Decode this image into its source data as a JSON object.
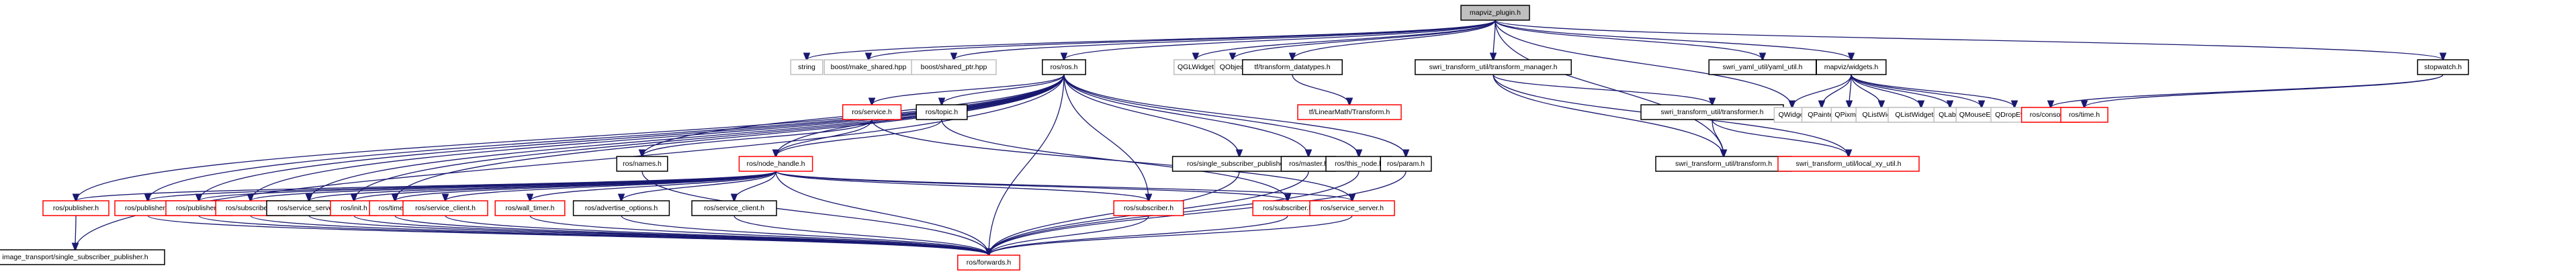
{
  "graph": {
    "title": "mapviz_plugin.h",
    "legend_colors": {
      "root_fill": "#bfbfbf",
      "documented_border": "#000000",
      "external_border": "#bfbfbf",
      "truncated_border": "#ff0000",
      "edge": "#191970"
    },
    "nodes": [
      {
        "id": "root",
        "label": "mapviz_plugin.h",
        "kind": "root"
      },
      {
        "id": "string",
        "label": "string",
        "kind": "ext"
      },
      {
        "id": "make_shared",
        "label": "boost/make_shared.hpp",
        "kind": "ext"
      },
      {
        "id": "shared_ptr",
        "label": "boost/shared_ptr.hpp",
        "kind": "ext"
      },
      {
        "id": "ros",
        "label": "ros/ros.h",
        "kind": "doc"
      },
      {
        "id": "qglwidget",
        "label": "QGLWidget",
        "kind": "ext"
      },
      {
        "id": "qobject",
        "label": "QObject",
        "kind": "ext"
      },
      {
        "id": "tf_dt",
        "label": "tf/transform_datatypes.h",
        "kind": "doc"
      },
      {
        "id": "tmgr",
        "label": "swri_transform_util/transform_manager.h",
        "kind": "doc"
      },
      {
        "id": "yaml",
        "label": "swri_yaml_util/yaml_util.h",
        "kind": "doc"
      },
      {
        "id": "widgets",
        "label": "mapviz/widgets.h",
        "kind": "doc"
      },
      {
        "id": "stopwatch",
        "label": "stopwatch.h",
        "kind": "doc"
      },
      {
        "id": "service",
        "label": "ros/service.h",
        "kind": "trunc"
      },
      {
        "id": "topic",
        "label": "ros/topic.h",
        "kind": "doc"
      },
      {
        "id": "tf_lm",
        "label": "tf/LinearMath/Transform.h",
        "kind": "trunc"
      },
      {
        "id": "transformer",
        "label": "swri_transform_util/transformer.h",
        "kind": "doc"
      },
      {
        "id": "qwidget",
        "label": "QWidget",
        "kind": "ext"
      },
      {
        "id": "qpainter",
        "label": "QPainter",
        "kind": "ext"
      },
      {
        "id": "qpixmap",
        "label": "QPixmap",
        "kind": "ext"
      },
      {
        "id": "qlistwidget",
        "label": "QListWidget",
        "kind": "ext"
      },
      {
        "id": "qlistwidgetitem",
        "label": "QListWidgetItem",
        "kind": "ext"
      },
      {
        "id": "qlabel",
        "label": "QLabel",
        "kind": "ext"
      },
      {
        "id": "qmouseevent",
        "label": "QMouseEvent",
        "kind": "ext"
      },
      {
        "id": "qdropevent",
        "label": "QDropEvent",
        "kind": "ext"
      },
      {
        "id": "console",
        "label": "ros/console.h",
        "kind": "trunc"
      },
      {
        "id": "time",
        "label": "ros/time.h",
        "kind": "trunc"
      },
      {
        "id": "names",
        "label": "ros/names.h",
        "kind": "doc"
      },
      {
        "id": "node_handle",
        "label": "ros/node_handle.h",
        "kind": "trunc"
      },
      {
        "id": "ssp",
        "label": "ros/single_subscriber_publisher.h",
        "kind": "doc"
      },
      {
        "id": "master",
        "label": "ros/master.h",
        "kind": "doc"
      },
      {
        "id": "this_node",
        "label": "ros/this_node.h",
        "kind": "doc"
      },
      {
        "id": "param",
        "label": "ros/param.h",
        "kind": "doc"
      },
      {
        "id": "transform",
        "label": "swri_transform_util/transform.h",
        "kind": "doc"
      },
      {
        "id": "local_xy",
        "label": "swri_transform_util/local_xy_util.h",
        "kind": "trunc"
      },
      {
        "id": "pub1",
        "label": "ros/publisher.h",
        "kind": "trunc"
      },
      {
        "id": "pub2",
        "label": "ros/publisher.h",
        "kind": "trunc"
      },
      {
        "id": "pub3",
        "label": "ros/publisher.h",
        "kind": "trunc"
      },
      {
        "id": "sub1",
        "label": "ros/subscriber.h",
        "kind": "trunc"
      },
      {
        "id": "srvsrv1",
        "label": "ros/service_server.h",
        "kind": "doc"
      },
      {
        "id": "init",
        "label": "ros/init.h",
        "kind": "trunc"
      },
      {
        "id": "timer",
        "label": "ros/timer.h",
        "kind": "trunc"
      },
      {
        "id": "srvcli1",
        "label": "ros/service_client.h",
        "kind": "trunc"
      },
      {
        "id": "wall_timer",
        "label": "ros/wall_timer.h",
        "kind": "trunc"
      },
      {
        "id": "adv_opts",
        "label": "ros/advertise_options.h",
        "kind": "doc"
      },
      {
        "id": "srvcli2",
        "label": "ros/service_client.h",
        "kind": "doc"
      },
      {
        "id": "sub2",
        "label": "ros/subscriber.h",
        "kind": "trunc"
      },
      {
        "id": "sub3",
        "label": "ros/subscriber.h",
        "kind": "trunc"
      },
      {
        "id": "srvsrv2",
        "label": "ros/service_server.h",
        "kind": "trunc"
      },
      {
        "id": "img_ssp",
        "label": "image_transport/single_subscriber_publisher.h",
        "kind": "doc"
      },
      {
        "id": "forwards",
        "label": "ros/forwards.h",
        "kind": "trunc"
      }
    ],
    "edges": [
      [
        "root",
        "string"
      ],
      [
        "root",
        "make_shared"
      ],
      [
        "root",
        "shared_ptr"
      ],
      [
        "root",
        "ros"
      ],
      [
        "root",
        "qglwidget"
      ],
      [
        "root",
        "qobject"
      ],
      [
        "root",
        "tf_dt"
      ],
      [
        "root",
        "tmgr"
      ],
      [
        "root",
        "yaml"
      ],
      [
        "root",
        "widgets"
      ],
      [
        "root",
        "stopwatch"
      ],
      [
        "root",
        "transform"
      ],
      [
        "root",
        "qwidget"
      ],
      [
        "ros",
        "names"
      ],
      [
        "ros",
        "node_handle"
      ],
      [
        "ros",
        "service"
      ],
      [
        "ros",
        "topic"
      ],
      [
        "ros",
        "ssp"
      ],
      [
        "ros",
        "master"
      ],
      [
        "ros",
        "this_node"
      ],
      [
        "ros",
        "param"
      ],
      [
        "ros",
        "forwards"
      ],
      [
        "ros",
        "pub1"
      ],
      [
        "ros",
        "pub2"
      ],
      [
        "ros",
        "pub3"
      ],
      [
        "ros",
        "sub1"
      ],
      [
        "ros",
        "srvsrv1"
      ],
      [
        "ros",
        "init"
      ],
      [
        "ros",
        "timer"
      ],
      [
        "ros",
        "sub2"
      ],
      [
        "ros",
        "img_ssp"
      ],
      [
        "service",
        "names"
      ],
      [
        "service",
        "node_handle"
      ],
      [
        "service",
        "srvsrv2"
      ],
      [
        "topic",
        "node_handle"
      ],
      [
        "topic",
        "sub3"
      ],
      [
        "tf_dt",
        "tf_lm"
      ],
      [
        "tmgr",
        "transformer"
      ],
      [
        "tmgr",
        "transform"
      ],
      [
        "tmgr",
        "local_xy"
      ],
      [
        "transformer",
        "transform"
      ],
      [
        "transformer",
        "local_xy"
      ],
      [
        "widgets",
        "qwidget"
      ],
      [
        "widgets",
        "qpainter"
      ],
      [
        "widgets",
        "qpixmap"
      ],
      [
        "widgets",
        "qlistwidget"
      ],
      [
        "widgets",
        "qlistwidgetitem"
      ],
      [
        "widgets",
        "qlabel"
      ],
      [
        "widgets",
        "qmouseevent"
      ],
      [
        "widgets",
        "qdropevent"
      ],
      [
        "stopwatch",
        "console"
      ],
      [
        "stopwatch",
        "time"
      ],
      [
        "node_handle",
        "pub1"
      ],
      [
        "node_handle",
        "pub2"
      ],
      [
        "node_handle",
        "pub3"
      ],
      [
        "node_handle",
        "sub1"
      ],
      [
        "node_handle",
        "srvsrv1"
      ],
      [
        "node_handle",
        "init"
      ],
      [
        "node_handle",
        "timer"
      ],
      [
        "node_handle",
        "srvcli1"
      ],
      [
        "node_handle",
        "wall_timer"
      ],
      [
        "node_handle",
        "adv_opts"
      ],
      [
        "node_handle",
        "srvcli2"
      ],
      [
        "node_handle",
        "sub2"
      ],
      [
        "node_handle",
        "sub3"
      ],
      [
        "node_handle",
        "srvsrv2"
      ],
      [
        "node_handle",
        "forwards"
      ],
      [
        "names",
        "forwards"
      ],
      [
        "pub1",
        "img_ssp"
      ],
      [
        "pub2",
        "forwards"
      ],
      [
        "pub3",
        "forwards"
      ],
      [
        "sub1",
        "forwards"
      ],
      [
        "srvsrv1",
        "forwards"
      ],
      [
        "init",
        "forwards"
      ],
      [
        "timer",
        "forwards"
      ],
      [
        "srvcli1",
        "forwards"
      ],
      [
        "wall_timer",
        "forwards"
      ],
      [
        "adv_opts",
        "forwards"
      ],
      [
        "srvcli2",
        "forwards"
      ],
      [
        "sub2",
        "forwards"
      ],
      [
        "sub3",
        "forwards"
      ],
      [
        "srvsrv2",
        "forwards"
      ],
      [
        "ssp",
        "forwards"
      ],
      [
        "master",
        "forwards"
      ],
      [
        "this_node",
        "forwards"
      ],
      [
        "param",
        "forwards"
      ]
    ]
  }
}
